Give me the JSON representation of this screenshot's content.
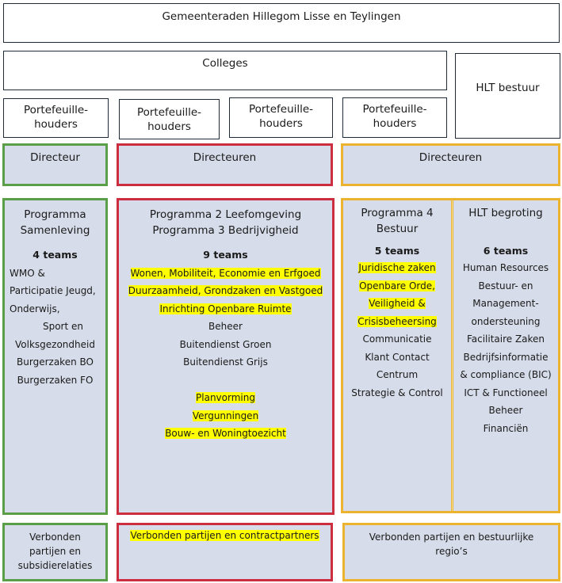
{
  "colors": {
    "samenleving": "#5a9e48",
    "leefomgeving": "#cc2e3f",
    "bestuur": "#ecb42e",
    "box_fill": "#d6dce9",
    "highlight": "#ffff00"
  },
  "top": {
    "gemeenteraden": "Gemeenteraden Hillegom Lisse en Teylingen",
    "colleges": "Colleges",
    "hlt_bestuur": "HLT bestuur",
    "portefeuillehouders": [
      {
        "line1": "Portefeuille-",
        "line2": "houders"
      },
      {
        "line1": "Portefeuille-",
        "line2": "houders"
      },
      {
        "line1": "Portefeuille-",
        "line2": "houders"
      },
      {
        "line1": "Portefeuille-",
        "line2": "houders"
      }
    ]
  },
  "directors": {
    "samenleving": "Directeur",
    "leefomgeving": "Directeuren",
    "bestuur": "Directeuren"
  },
  "programs": {
    "samenleving": {
      "title_line1": "Programma",
      "title_line2": "Samenleving",
      "team_count": "4 teams",
      "teams": [
        {
          "text": "WMO &",
          "highlight": false
        },
        {
          "text": "Participatie Jeugd,",
          "highlight": false
        },
        {
          "text": "Onderwijs,",
          "highlight": false
        },
        {
          "text": "Sport en",
          "highlight": false
        },
        {
          "text": "Volksgezondheid",
          "highlight": false
        },
        {
          "text": "Burgerzaken BO",
          "highlight": false
        },
        {
          "text": "Burgerzaken FO",
          "highlight": false
        }
      ]
    },
    "leefomgeving": {
      "title_line1": "Programma 2 Leefomgeving",
      "title_line2": "Programma 3 Bedrijvigheid",
      "team_count": "9 teams",
      "teams": [
        {
          "text": "Wonen, Mobiliteit, Economie en Erfgoed",
          "highlight": true
        },
        {
          "text": "Duurzaamheid, Grondzaken en Vastgoed",
          "highlight": true
        },
        {
          "text": "Inrichting Openbare Ruimte",
          "highlight": true
        },
        {
          "text": "Beheer",
          "highlight": false
        },
        {
          "text": "Buitendienst Groen",
          "highlight": false
        },
        {
          "text": "Buitendienst Grijs",
          "highlight": false
        },
        {
          "text": "",
          "highlight": false
        },
        {
          "text": "Planvorming",
          "highlight": true
        },
        {
          "text": "Vergunningen",
          "highlight": true
        },
        {
          "text": "Bouw- en Woningtoezicht",
          "highlight": true
        }
      ]
    },
    "bestuur": {
      "title_line1": "Programma 4",
      "title_line2": "Bestuur",
      "team_count": "5 teams",
      "teams": [
        {
          "text": "Juridische zaken",
          "highlight": true
        },
        {
          "text": "Openbare Orde,",
          "highlight": true
        },
        {
          "text": "Veiligheid &",
          "highlight": true
        },
        {
          "text": "Crisisbeheersing",
          "highlight": true
        },
        {
          "text": "Communicatie",
          "highlight": false
        },
        {
          "text": "Klant Contact",
          "highlight": false
        },
        {
          "text": "Centrum",
          "highlight": false
        },
        {
          "text": "Strategie & Control",
          "highlight": false
        }
      ]
    },
    "hlt_begroting": {
      "title_line1": "HLT begroting",
      "title_line2": "",
      "team_count": "6 teams",
      "teams": [
        {
          "text": "Human Resources",
          "highlight": false
        },
        {
          "text": "Bestuur- en",
          "highlight": false
        },
        {
          "text": "Management-",
          "highlight": false
        },
        {
          "text": "ondersteuning",
          "highlight": false
        },
        {
          "text": "Facilitaire Zaken",
          "highlight": false
        },
        {
          "text": "Bedrijfsinformatie",
          "highlight": false
        },
        {
          "text": "& compliance (BIC)",
          "highlight": false
        },
        {
          "text": "ICT & Functioneel",
          "highlight": false
        },
        {
          "text": "Beheer",
          "highlight": false
        },
        {
          "text": "Financiën",
          "highlight": false
        }
      ]
    }
  },
  "partners": {
    "samenleving": [
      "Verbonden",
      "partijen en",
      "subsidierelaties"
    ],
    "leefomgeving": "Verbonden partijen en contractpartners",
    "bestuur": [
      "Verbonden partijen en bestuurlijke",
      "regio’s"
    ]
  }
}
